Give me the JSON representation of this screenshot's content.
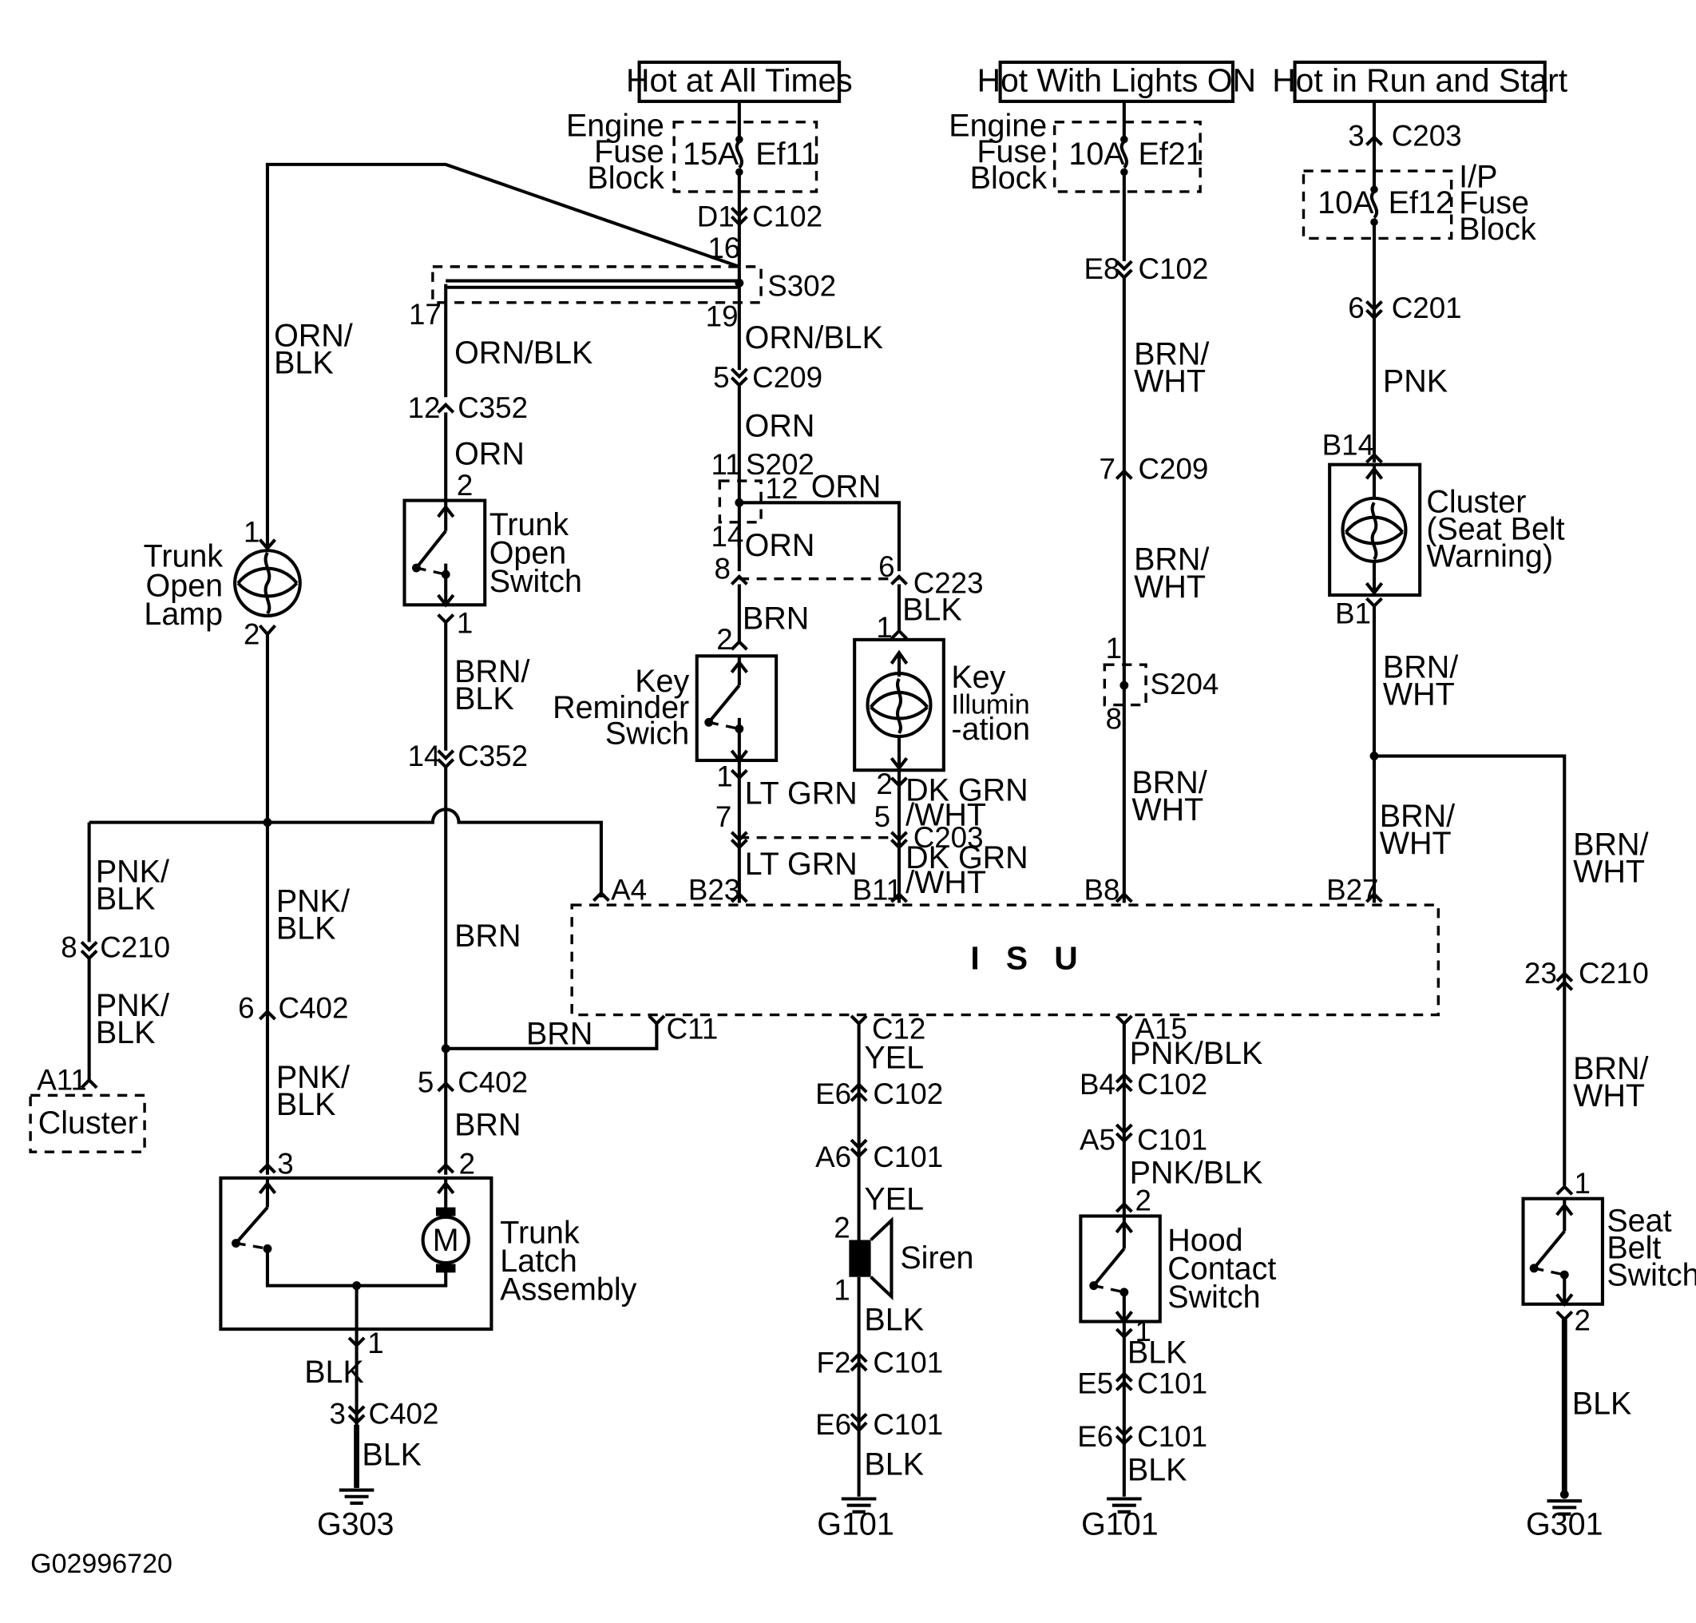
{
  "headers": {
    "hot_all": "Hot at All Times",
    "hot_lights": "Hot With Lights ON",
    "hot_run": "Hot in Run and Start"
  },
  "fuses": {
    "eng_fuse_1_line1": "Engine",
    "eng_fuse_1_line2": "Fuse",
    "eng_fuse_1_line3": "Block",
    "ef11_amp": "15A",
    "ef11": "Ef11",
    "eng_fuse_2_line1": "Engine",
    "eng_fuse_2_line2": "Fuse",
    "eng_fuse_2_line3": "Block",
    "ef21_amp": "10A",
    "ef21": "Ef21",
    "ip_fuse_line1": "I/P",
    "ip_fuse_line2": "Fuse",
    "ip_fuse_line3": "Block",
    "ef12_amp": "10A",
    "ef12": "Ef12"
  },
  "components": {
    "trunk_open_lamp": [
      "Trunk",
      "Open",
      "Lamp"
    ],
    "trunk_open_switch": [
      "Trunk",
      "Open",
      "Switch"
    ],
    "key_reminder": [
      "Key",
      "Reminder",
      "Swich"
    ],
    "key_illumination": [
      "Key",
      "Illumin",
      "-ation"
    ],
    "cluster_seatbelt": [
      "Cluster",
      "(Seat Belt",
      "Warning)"
    ],
    "cluster": "Cluster",
    "trunk_latch": [
      "Trunk",
      "Latch",
      "Assembly"
    ],
    "motor": "M",
    "siren": "Siren",
    "hood_contact": [
      "Hood",
      "Contact",
      "Switch"
    ],
    "seat_belt_switch": [
      "Seat",
      "Belt",
      "Switch"
    ],
    "isu": "I S U"
  },
  "grounds": {
    "g303": "G303",
    "g101a": "G101",
    "g101b": "G101",
    "g301": "G301"
  },
  "wires": {
    "orn_blk_a": "ORN/",
    "orn_blk_b": "BLK",
    "orn_blk_mid": "ORN/BLK",
    "orn_blk_right": "ORN/BLK",
    "orn_1": "ORN",
    "orn_2": "ORN",
    "orn_3": "ORN",
    "orn_4": "ORN",
    "brn_1": "BRN",
    "brn_blk_a": "BRN/",
    "brn_blk_b": "BLK",
    "blk_1": "BLK",
    "lt_grn_1": "LT GRN",
    "lt_grn_2": "LT GRN",
    "dk_grn_1a": "DK GRN",
    "dk_grn_1b": "/WHT",
    "dk_grn_2a": "DK GRN",
    "dk_grn_2b": "/WHT",
    "brn_wht_1a": "BRN/",
    "brn_wht_1b": "WHT",
    "brn_wht_2a": "BRN/",
    "brn_wht_2b": "WHT",
    "brn_wht_3a": "BRN/",
    "brn_wht_3b": "WHT",
    "pnk": "PNK",
    "brn_wht_4a": "BRN/",
    "brn_wht_4b": "WHT",
    "brn_wht_5a": "BRN/",
    "brn_wht_5b": "WHT",
    "brn_wht_6a": "BRN/",
    "brn_wht_6b": "WHT",
    "brn_wht_7a": "BRN/",
    "brn_wht_7b": "WHT",
    "pnk_blk_1a": "PNK/",
    "pnk_blk_1b": "BLK",
    "pnk_blk_2a": "PNK/",
    "pnk_blk_2b": "BLK",
    "pnk_blk_3a": "PNK/",
    "pnk_blk_3b": "BLK",
    "pnk_blk_4a": "PNK/",
    "pnk_blk_4b": "BLK",
    "brn_2": "BRN",
    "brn_3": "BRN",
    "brn_4": "BRN",
    "blk_2": "BLK",
    "blk_3": "BLK",
    "yel_1": "YEL",
    "yel_2": "YEL",
    "blk_4": "BLK",
    "blk_5": "BLK",
    "pnk_blk_5": "PNK/BLK",
    "pnk_blk_6": "PNK/BLK",
    "blk_6": "BLK",
    "blk_7": "BLK",
    "blk_8": "BLK"
  },
  "connectors": {
    "d1": "D1",
    "c102_a": "C102",
    "n16": "16",
    "s302": "S302",
    "n17": "17",
    "n19": "19",
    "n5a": "5",
    "c209_a": "C209",
    "n12a": "12",
    "c352_a": "C352",
    "n2a": "2",
    "n1a": "1",
    "n11": "11",
    "s202": "S202",
    "n12b": "12",
    "n14a": "14",
    "n8a": "8",
    "n6a": "6",
    "c223": "C223",
    "n2b": "2",
    "n1b": "1",
    "n1c": "1",
    "n2c": "2",
    "n7a": "7",
    "n5b": "5",
    "c203_a": "C203",
    "n14b": "14",
    "c352_b": "C352",
    "n1d": "1",
    "n2d": "2",
    "e8": "E8",
    "c102_b": "C102",
    "n7b": "7",
    "c209_b": "C209",
    "n1e": "1",
    "s204": "S204",
    "n8b": "8",
    "n3a": "3",
    "c203_b": "C203",
    "n6b": "6",
    "c201": "C201",
    "b14": "B14",
    "b1": "B1",
    "a4": "A4",
    "b23": "B23",
    "b11": "B11",
    "b8": "B8",
    "b27": "B27",
    "n8c": "8",
    "c210_a": "C210",
    "a11": "A11",
    "n6c": "6",
    "c402_a": "C402",
    "c11": "C11",
    "n5c": "5",
    "c402_b": "C402",
    "n3b": "3",
    "n2e": "2",
    "n1f": "1",
    "n3c": "3",
    "c402_c": "C402",
    "c12": "C12",
    "e6a": "E6",
    "c102_c": "C102",
    "a6": "A6",
    "c101_a": "C101",
    "n2f": "2",
    "n1g": "1",
    "f2": "F2",
    "c101_b": "C101",
    "e6b": "E6",
    "c101_c": "C101",
    "a15": "A15",
    "b4": "B4",
    "c102_d": "C102",
    "a5": "A5",
    "c101_d": "C101",
    "n2g": "2",
    "n1h": "1",
    "e5": "E5",
    "c101_e": "C101",
    "e6c": "E6",
    "c101_f": "C101",
    "n23": "23",
    "c210_b": "C210",
    "n1i": "1",
    "n2h": "2"
  },
  "footer": {
    "figure_id": "G02996720"
  }
}
